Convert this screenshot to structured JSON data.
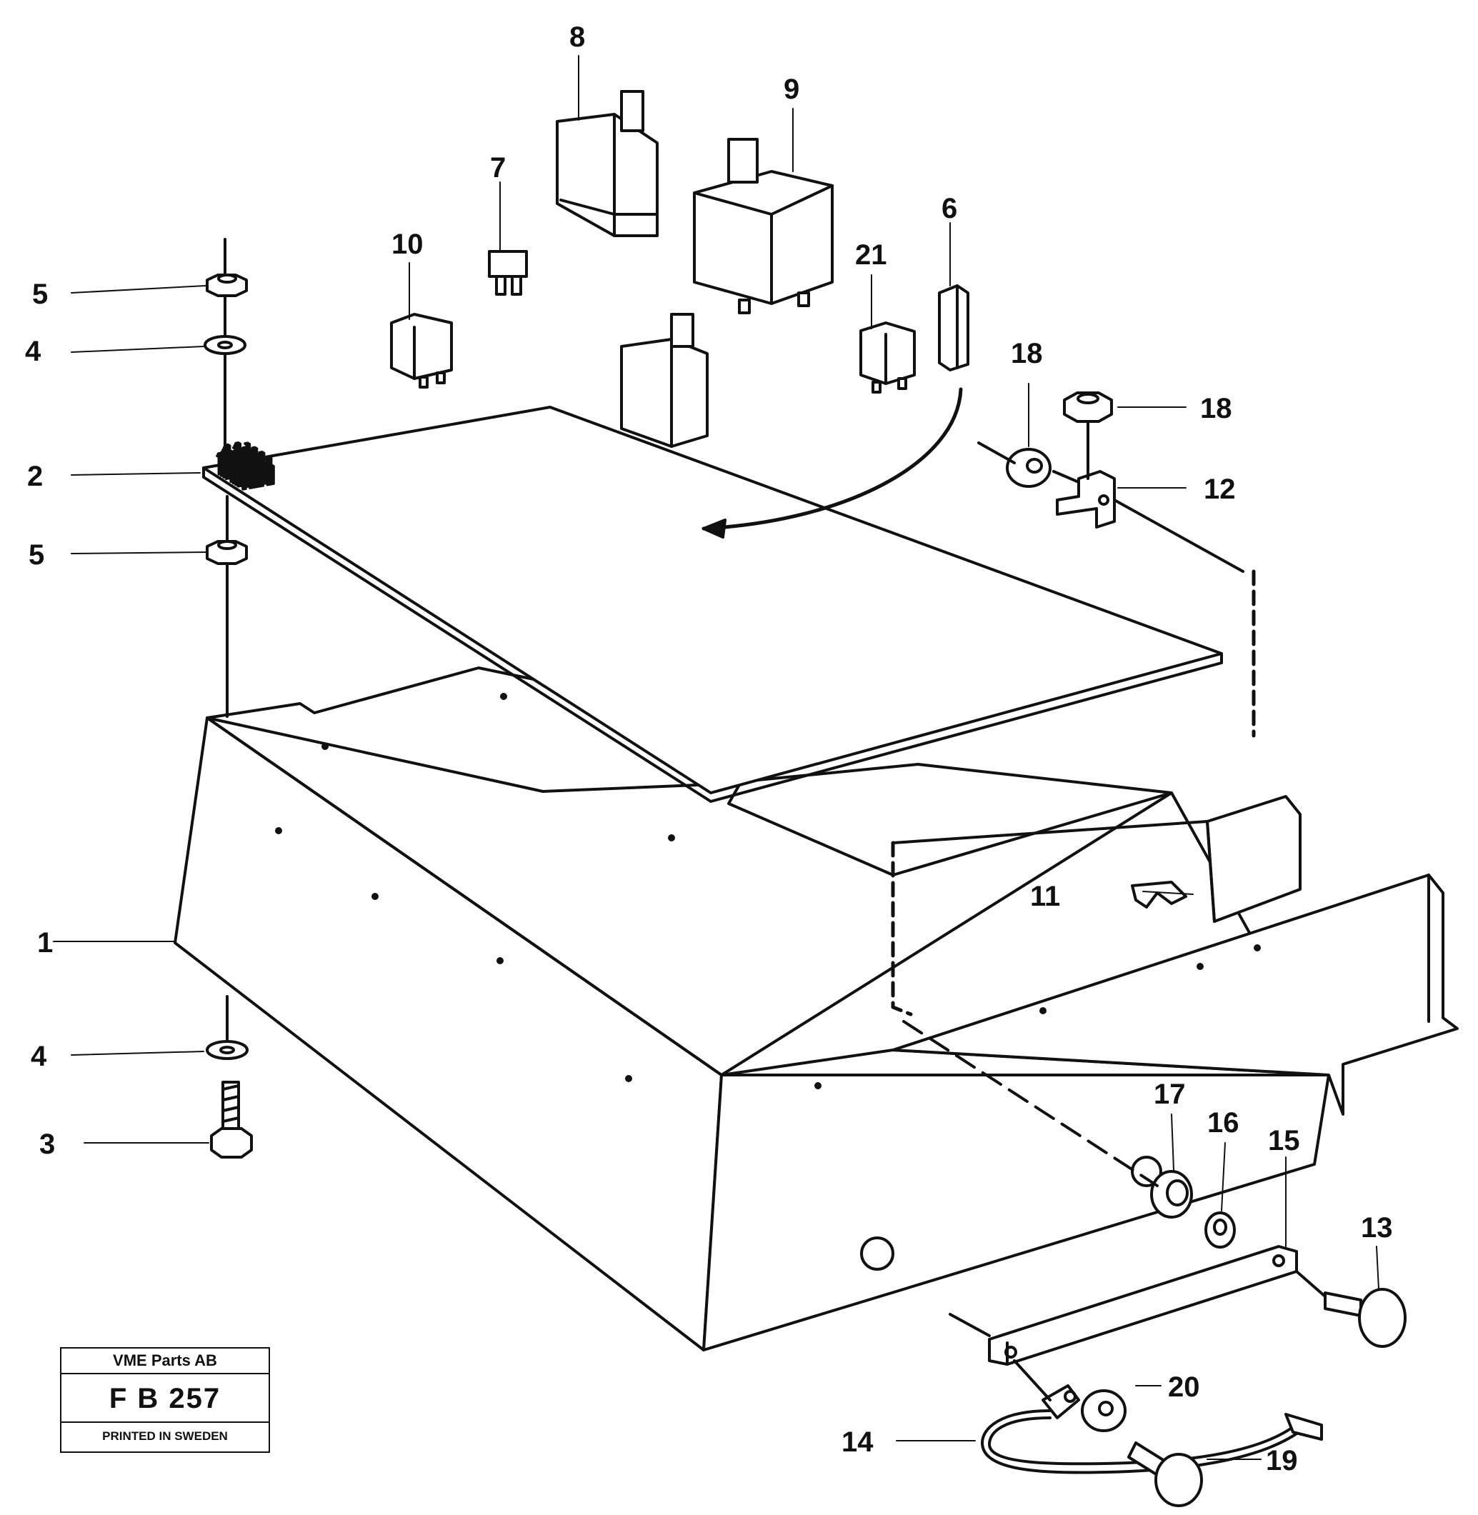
{
  "stamp": {
    "company": "VME Parts AB",
    "code": "F B 257",
    "printed": "PRINTED IN SWEDEN"
  },
  "callouts": [
    "1",
    "2",
    "3",
    "4",
    "4",
    "5",
    "5",
    "6",
    "7",
    "8",
    "9",
    "10",
    "11",
    "12",
    "13",
    "14",
    "15",
    "16",
    "17",
    "18",
    "18",
    "19",
    "20",
    "21"
  ],
  "colors": {
    "ink": "#111111",
    "paper": "#ffffff"
  }
}
